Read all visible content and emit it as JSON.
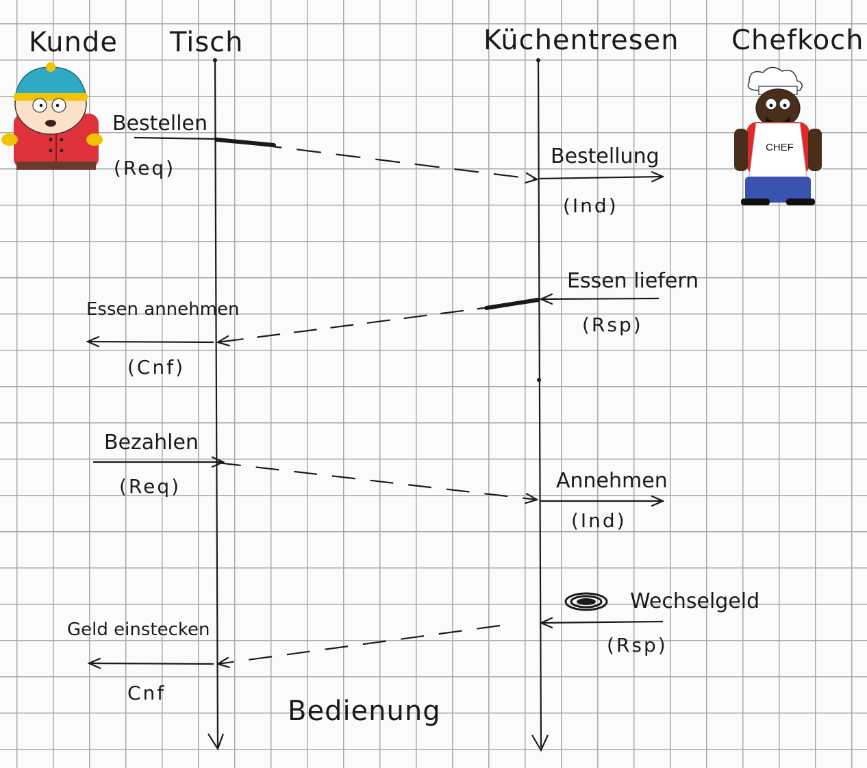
{
  "participants": {
    "kunde": "Kunde",
    "tisch": "Tisch",
    "kuechentresen": "Küchentresen",
    "chefkoch": "Chefkoch"
  },
  "messages": [
    {
      "label": "Bestellen",
      "primitive": "(Req)"
    },
    {
      "label": "Bestellung",
      "primitive": "(Ind)"
    },
    {
      "label": "Essen liefern",
      "primitive": "(Rsp)"
    },
    {
      "label": "Essen annehmen",
      "primitive": "(Cnf)"
    },
    {
      "label": "Bezahlen",
      "primitive": "(Req)"
    },
    {
      "label": "Annehmen",
      "primitive": "(Ind)"
    },
    {
      "label": "Wechselgeld",
      "primitive": "(Rsp)"
    },
    {
      "label": "Geld einstecken",
      "primitive": "Cnf"
    }
  ],
  "service_label": "Bedienung",
  "chef_apron_text": "CHEF",
  "icons": {
    "customer": "customer-character-icon",
    "chef": "chef-character-icon"
  },
  "colors": {
    "ink": "#1a1a1a",
    "grid": "#a8a8a8",
    "paper": "#fbfbfb",
    "customer_hat": "#2eaac4",
    "customer_jacket": "#e0323a",
    "chef_shirt": "#e02a2a",
    "chef_pants": "#3a52b0",
    "chef_skin": "#4a2e1c"
  }
}
